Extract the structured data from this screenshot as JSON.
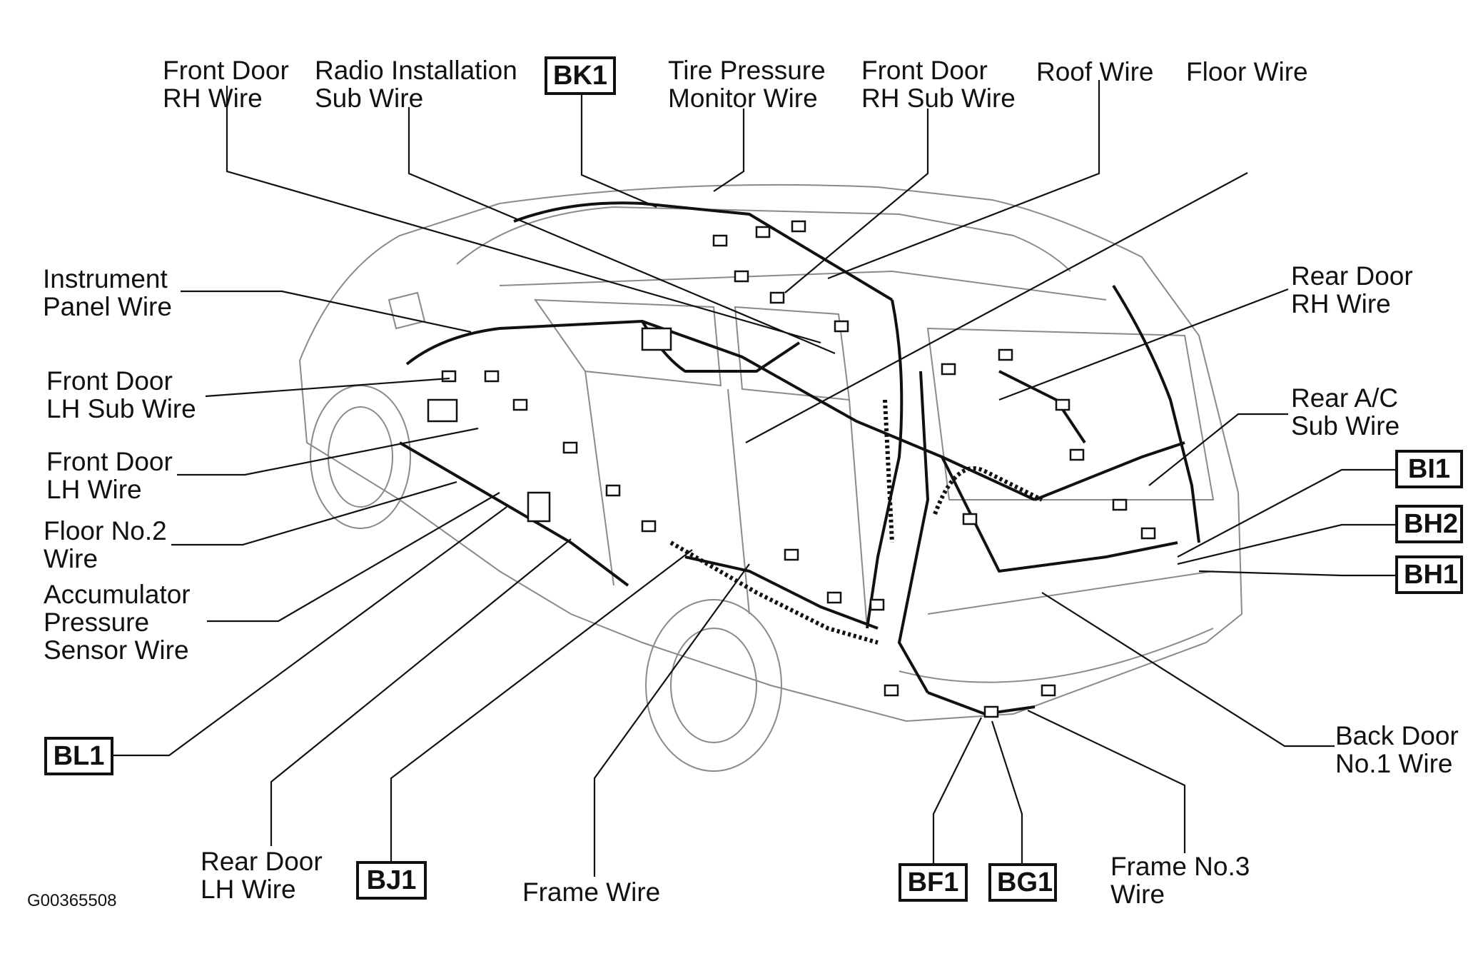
{
  "figure_code": "G00365508",
  "labels": {
    "front_door_rh_wire": [
      "Front Door",
      "RH Wire"
    ],
    "radio_installation_sub_wire": [
      "Radio Installation",
      "Sub Wire"
    ],
    "tire_pressure_monitor_wire": [
      "Tire Pressure",
      "Monitor Wire"
    ],
    "front_door_rh_sub_wire": [
      "Front Door",
      "RH Sub Wire"
    ],
    "roof_wire": [
      "Roof Wire"
    ],
    "floor_wire": [
      "Floor Wire"
    ],
    "instrument_panel_wire": [
      "Instrument",
      "Panel Wire"
    ],
    "front_door_lh_sub_wire": [
      "Front Door",
      "LH Sub Wire"
    ],
    "front_door_lh_wire": [
      "Front Door",
      "LH Wire"
    ],
    "floor_no2_wire": [
      "Floor No.2",
      "Wire"
    ],
    "accumulator_pressure_sensor_wire": [
      "Accumulator",
      "Pressure",
      "Sensor Wire"
    ],
    "rear_door_rh_wire": [
      "Rear Door",
      "RH Wire"
    ],
    "rear_ac_sub_wire": [
      "Rear A/C",
      "Sub Wire"
    ],
    "back_door_no1_wire": [
      "Back Door",
      "No.1 Wire"
    ],
    "rear_door_lh_wire": [
      "Rear Door",
      "LH Wire"
    ],
    "frame_wire": [
      "Frame Wire"
    ],
    "frame_no3_wire": [
      "Frame No.3",
      "Wire"
    ]
  },
  "connectors": {
    "bk1": "BK1",
    "bi1": "BI1",
    "bh2": "BH2",
    "bh1": "BH1",
    "bl1": "BL1",
    "bj1": "BJ1",
    "bf1": "BF1",
    "bg1": "BG1"
  }
}
